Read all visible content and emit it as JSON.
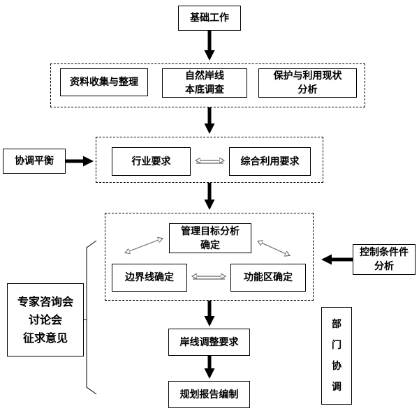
{
  "nodes": {
    "basic_work": "基础工作",
    "data_collection": "资料收集与整理",
    "natural_shoreline": "自然岸线\n本底调查",
    "protection_use": "保护与利用现状\n分析",
    "industry_req": "行业要求",
    "integrated_use": "综合利用要求",
    "coordination_balance": "协调平衡",
    "management_goal": "管理目标分析\n确定",
    "boundary_line": "边界线确定",
    "functional_zone": "功能区确定",
    "control_conditions": "控制条件件\n分析",
    "expert_consult": "专家咨询会\n讨论会\n征求意见",
    "shoreline_adjust": "岸线调整要求",
    "plan_report": "规划报告编制",
    "dept_coord": "部\n门\n协\n调"
  }
}
